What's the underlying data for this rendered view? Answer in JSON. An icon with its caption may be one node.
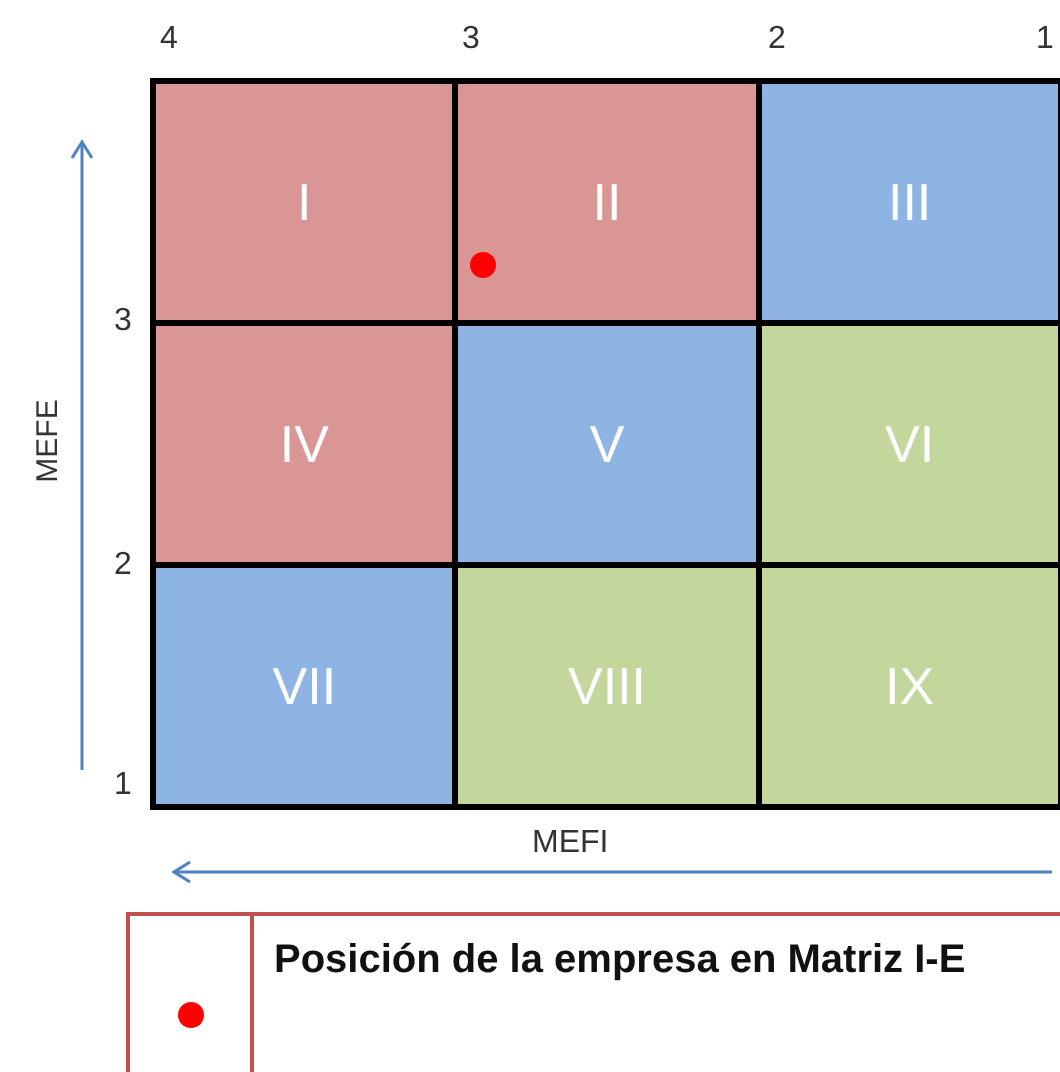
{
  "diagram": {
    "nodes": [
      {
        "text": [
          "I"
        ]
      },
      {
        "text": [
          "II"
        ]
      },
      {
        "text": [
          "III"
        ]
      },
      {
        "text": [
          "IV"
        ]
      },
      {
        "text": [
          "V"
        ]
      },
      {
        "text": [
          "VI"
        ]
      },
      {
        "text": [
          "VII"
        ]
      },
      {
        "text": [
          "VIII"
        ]
      },
      {
        "text": [
          "IX"
        ]
      }
    ],
    "labels": [
      "4",
      "3",
      "2",
      "1",
      "MEFE",
      "3",
      "2",
      "1",
      "MEFI"
    ],
    "legend": [
      {
        "text": "Posición de la empresa en Matriz I-E"
      }
    ]
  }
}
